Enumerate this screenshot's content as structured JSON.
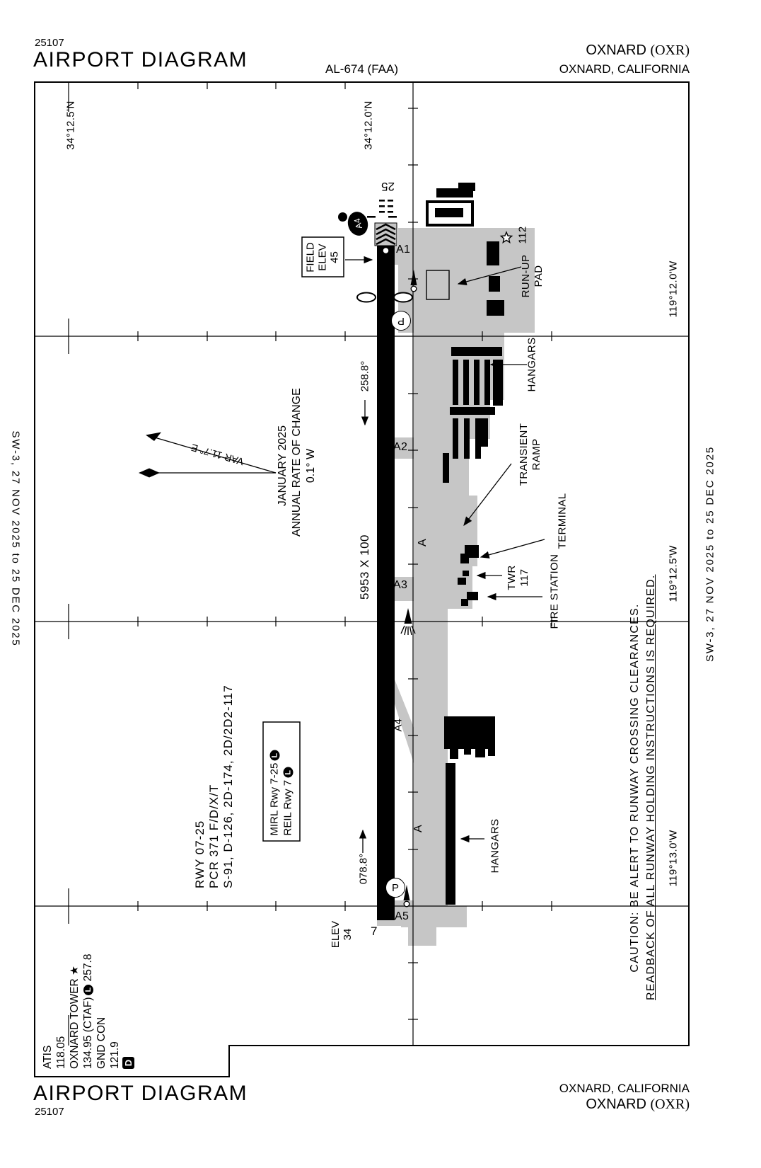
{
  "header": {
    "plate_number": "25107",
    "title": "AIRPORT DIAGRAM",
    "chart_id": "AL-674 (FAA)",
    "airport_name": "OXNARD ",
    "airport_code": "(OXR)",
    "city_state": "OXNARD, CALIFORNIA"
  },
  "footer": {
    "title": "AIRPORT DIAGRAM",
    "plate_number": "25107",
    "city_state": "OXNARD, CALIFORNIA",
    "airport_name": "OXNARD ",
    "airport_code": "(OXR)"
  },
  "edges": {
    "left_date": "SW-3, 27 NOV 2025 to 25 DEC 2025",
    "right_date": "SW-3, 27 NOV 2025 to 25 DEC 2025"
  },
  "graticule": {
    "lat_left": "34°12.5'N",
    "lat_right": "34°12.0'N",
    "lon_labels": [
      "119°12.0'W",
      "119°12.5'W",
      "119°13.0'W"
    ]
  },
  "comm": {
    "atis_label": "ATIS",
    "atis_freq": "118.05",
    "twr_label": "OXNARD TOWER ★",
    "twr_freq_pre": "134.95 (CTAF)",
    "twr_l": "L",
    "twr_freq_post": " 257.8",
    "gnd_label": "GND CON",
    "gnd_freq": "121.9",
    "d_symbol": "D"
  },
  "runway": {
    "id_25": "25",
    "id_7": "7",
    "dimensions": "5953 X 100",
    "hdg_25": "258.8°",
    "hdg_07": "078.8°",
    "data_line1": "RWY 07-25",
    "data_line2": "PCR 371 F/D/X/T",
    "data_line3": "S-91, D-126, 2D-174, 2D/2D2-117",
    "field_elev_line1": "FIELD",
    "field_elev_line2": "ELEV",
    "field_elev_value": "45",
    "elev7_label": "ELEV",
    "elev7_value": "34"
  },
  "lighting": {
    "line1_text": "MIRL Rwy 7-25",
    "line1_sym": "L",
    "line2_text": "REIL Rwy 7",
    "line2_sym": "L"
  },
  "variation": {
    "var_label": "VAR 11.7° E",
    "date": "JANUARY 2025",
    "rate_line1": "ANNUAL RATE OF CHANGE",
    "rate_line2": "0.1° W"
  },
  "taxiways": {
    "a1": "A1",
    "a2": "A2",
    "a3": "A3",
    "a4": "A4",
    "a5": "A5",
    "a_upper": "A",
    "a_lower": "A",
    "a4_sign": "A4"
  },
  "features": {
    "runup_line1": "RUN-UP",
    "runup_line2": "PAD",
    "hangars_top": "HANGARS",
    "transient_line1": "TRANSIENT",
    "transient_line2": "RAMP",
    "terminal": "TERMINAL",
    "twr_line1": "TWR",
    "twr_line2": "117",
    "fire_station": "FIRE STATION",
    "hangars_bottom": "HANGARS",
    "beacon_value": "112",
    "p_top": "P",
    "p_bottom": "P"
  },
  "caution": {
    "line1": "CAUTION: BE ALERT TO RUNWAY CROSSING CLEARANCES.",
    "line2": "READBACK OF ALL RUNWAY HOLDING INSTRUCTIONS IS REQUIRED."
  },
  "colors": {
    "ink": "#000000",
    "apron_gray": "#c6c6c6",
    "background": "#ffffff"
  }
}
